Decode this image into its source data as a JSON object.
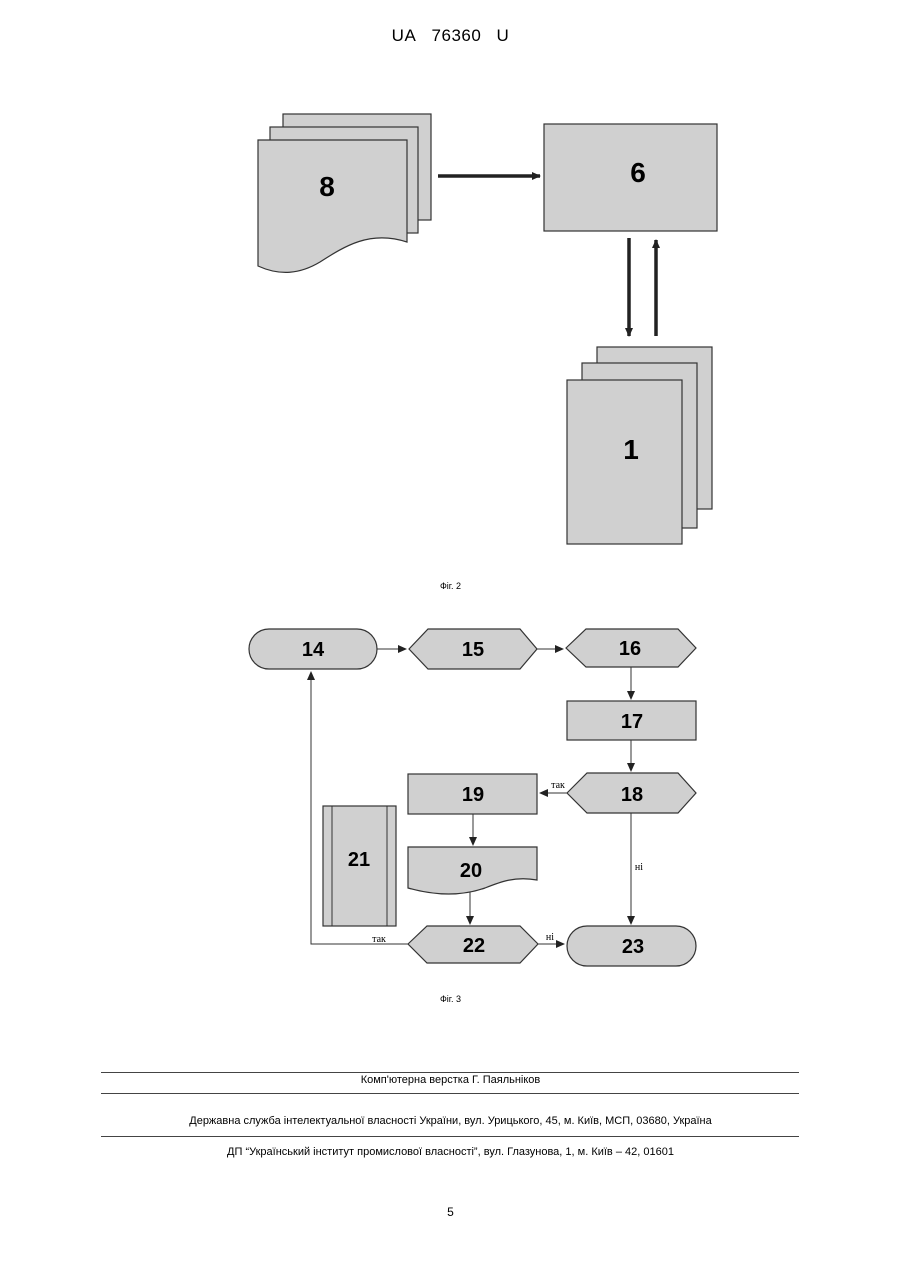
{
  "header": {
    "prefix": "UA",
    "number": "76360",
    "suffix": "U"
  },
  "fig2": {
    "caption": "Фіг. 2",
    "labels": {
      "docs": "8",
      "device": "6",
      "pages": "1"
    }
  },
  "fig3": {
    "caption": "Фіг. 3",
    "labels": {
      "b14": "14",
      "b15": "15",
      "b16": "16",
      "b17": "17",
      "b18": "18",
      "b19": "19",
      "b20": "20",
      "b21": "21",
      "b22": "22",
      "b23": "23"
    },
    "edge_labels": {
      "yes_18": "так",
      "no_18": "ні",
      "yes_22": "так",
      "no_22": "ні"
    }
  },
  "footer": {
    "layout_credit": "Комп'ютерна верстка Г. Паяльніков",
    "service": "Державна служба інтелектуальної власності України, вул. Урицького, 45, м. Київ, МСП, 03680, Україна",
    "institute": "ДП “Український інститут промислової власності”, вул. Глазунова, 1, м. Київ – 42, 01601"
  },
  "page_number": "5",
  "colors": {
    "fill": "#d0d0d0",
    "stroke": "#333333"
  }
}
